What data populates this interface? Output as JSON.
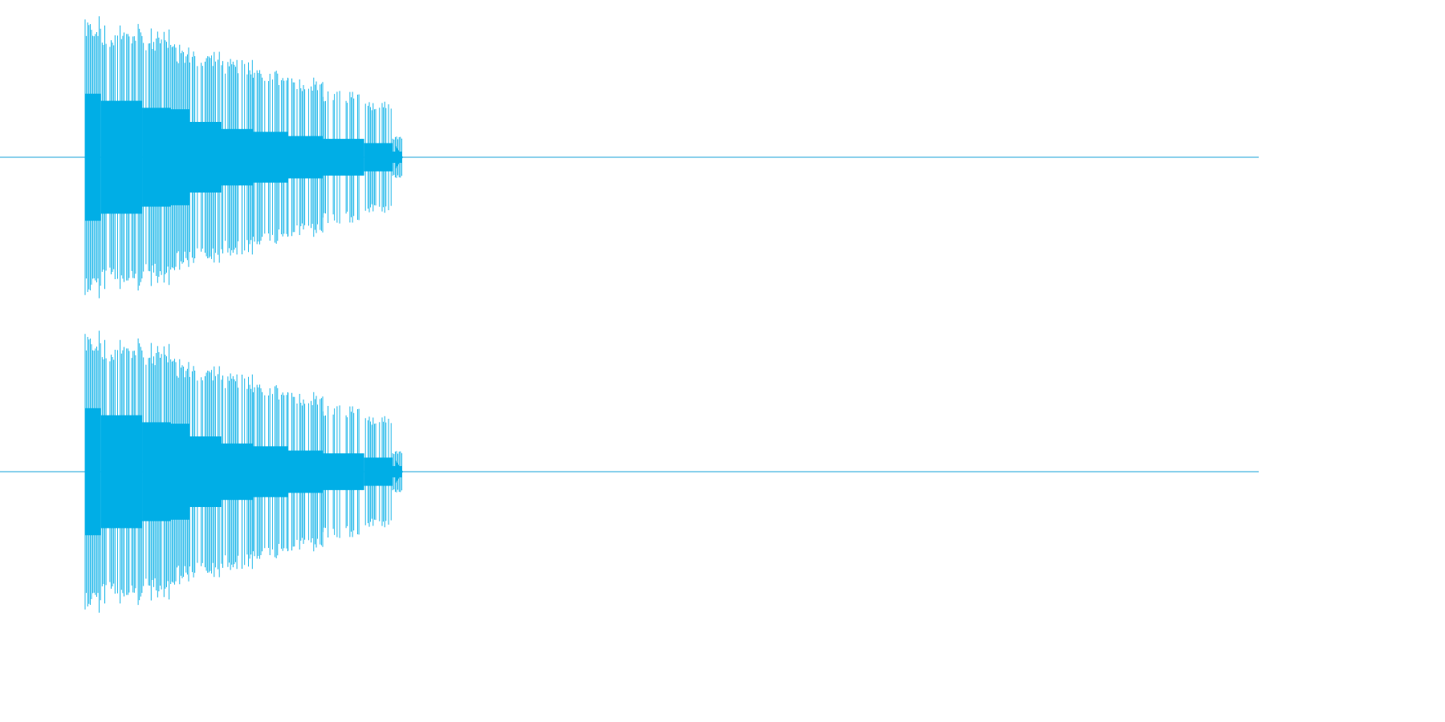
{
  "waveform": {
    "colors": {
      "background": "#ffffff",
      "wave": "#00aee6",
      "baseline": "#1aa3d8"
    },
    "channels": [
      {
        "name": "channel-1"
      },
      {
        "name": "channel-2"
      }
    ],
    "segments": [
      {
        "from": 0.0,
        "to": 0.05,
        "peak": 1.0,
        "body": 0.45,
        "density": 1.0
      },
      {
        "from": 0.05,
        "to": 0.18,
        "peak": 0.95,
        "body": 0.4,
        "density": 0.8
      },
      {
        "from": 0.18,
        "to": 0.27,
        "peak": 0.92,
        "body": 0.35,
        "density": 0.7
      },
      {
        "from": 0.27,
        "to": 0.33,
        "peak": 0.8,
        "body": 0.34,
        "density": 1.0
      },
      {
        "from": 0.33,
        "to": 0.43,
        "peak": 0.75,
        "body": 0.25,
        "density": 0.7
      },
      {
        "from": 0.43,
        "to": 0.53,
        "peak": 0.7,
        "body": 0.2,
        "density": 0.7
      },
      {
        "from": 0.53,
        "to": 0.64,
        "peak": 0.62,
        "body": 0.18,
        "density": 0.7
      },
      {
        "from": 0.64,
        "to": 0.75,
        "peak": 0.57,
        "body": 0.15,
        "density": 0.7
      },
      {
        "from": 0.75,
        "to": 0.88,
        "peak": 0.47,
        "body": 0.13,
        "density": 0.6
      },
      {
        "from": 0.88,
        "to": 0.97,
        "peak": 0.4,
        "body": 0.1,
        "density": 0.6
      },
      {
        "from": 0.97,
        "to": 1.0,
        "peak": 0.15,
        "body": 0.04,
        "density": 1.0
      }
    ]
  }
}
